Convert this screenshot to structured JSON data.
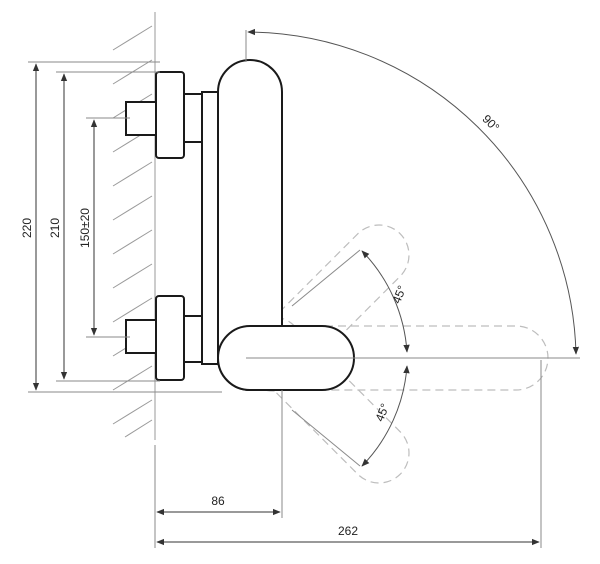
{
  "dimensions": {
    "height_total": "220",
    "height_body": "210",
    "inlet_spacing": "150±20",
    "body_depth": "86",
    "overall_depth": "262"
  },
  "angles": {
    "lever_swing": "90°",
    "upper_tilt": "45°",
    "lower_tilt": "45°"
  },
  "colors": {
    "outline": "#1a1a1a",
    "dimension": "#333333",
    "ghost": "#bdbdbd"
  }
}
